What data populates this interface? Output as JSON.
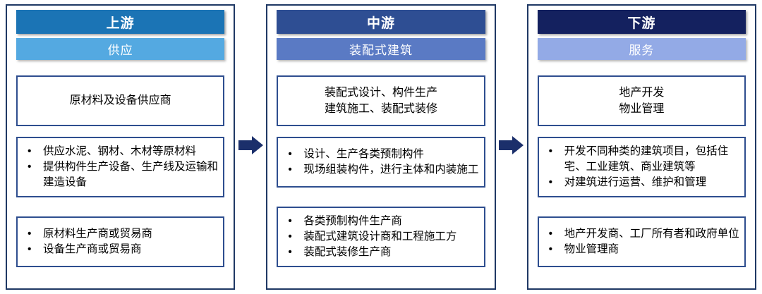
{
  "diagram": {
    "type": "industry-chain-flow",
    "direction": "left-to-right",
    "arrow_color": "#1B2F6B",
    "column_border_color": "#1F3864",
    "box_border_color": "#2E4E8F"
  },
  "columns": [
    {
      "header": "上游",
      "subtitle": "供应",
      "header_color": "#1B74B5",
      "subtitle_color": "#54A9E1",
      "role_lines": [
        "原材料及设备供应商"
      ],
      "activity_bullets": [
        "供应水泥、钢材、木材等原材料",
        "提供构件生产设备、生产线及运输和建造设备"
      ],
      "player_bullets": [
        "原材料生产商或贸易商",
        "设备生产商或贸易商"
      ]
    },
    {
      "header": "中游",
      "subtitle": "装配式建筑",
      "header_color": "#2E4E93",
      "subtitle_color": "#5A7AC4",
      "role_lines": [
        "装配式设计、构件生产",
        "建筑施工、装配式装修"
      ],
      "activity_bullets": [
        "设计、生产各类预制构件",
        "现场组装构件，进行主体和内装施工"
      ],
      "player_bullets": [
        "各类预制构件生产商",
        "装配式建筑设计商和工程施工方",
        "装配式装修生产商"
      ]
    },
    {
      "header": "下游",
      "subtitle": "服务",
      "header_color": "#14215F",
      "subtitle_color": "#93AAE6",
      "role_lines": [
        "地产开发",
        "物业管理"
      ],
      "activity_bullets": [
        "开发不同种类的建筑项目，包括住宅、工业建筑、商业建筑等",
        "对建筑进行运营、维护和管理"
      ],
      "player_bullets": [
        "地产开发商、工厂所有者和政府单位",
        "物业管理商"
      ]
    }
  ]
}
